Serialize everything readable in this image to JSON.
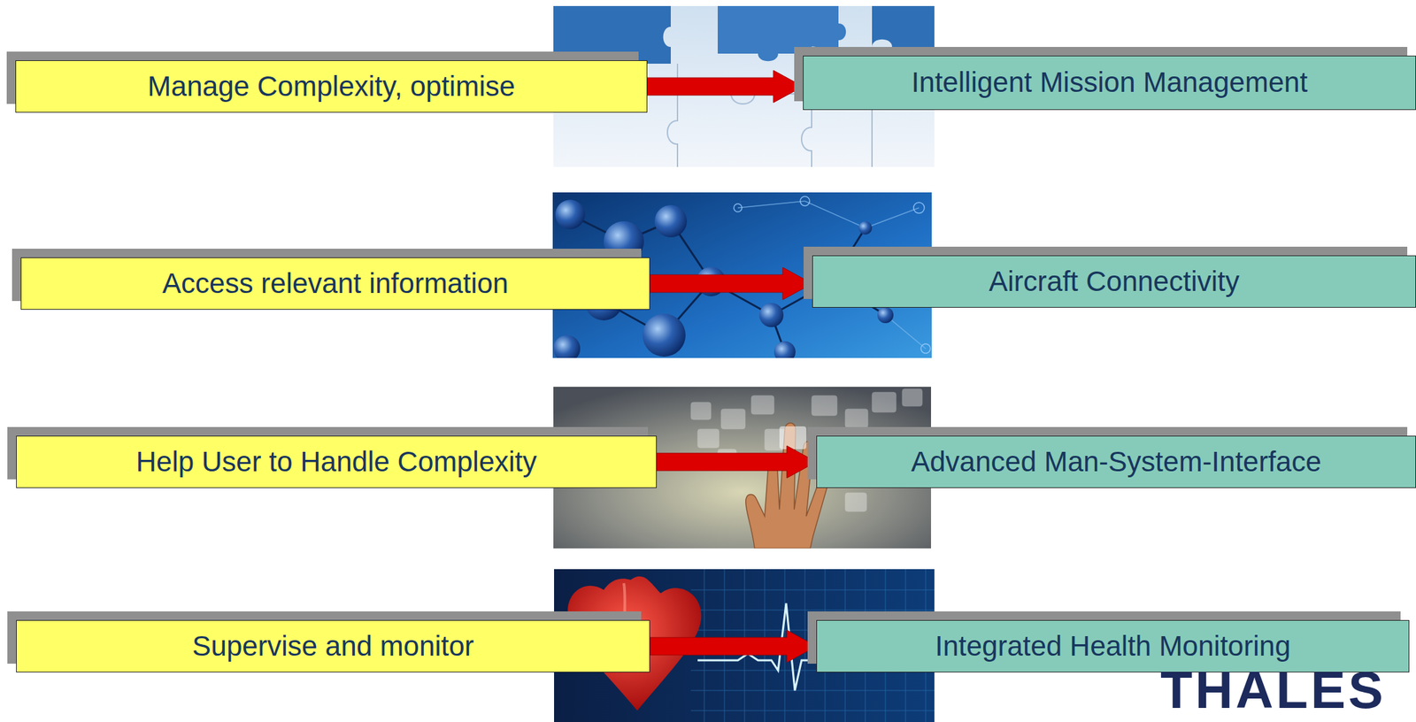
{
  "diagram": {
    "nodes": [
      {
        "text": [
          "Manage Complexity, optimise"
        ]
      },
      {
        "text": [
          "Intelligent Mission Management"
        ]
      },
      {
        "text": [
          "Access relevant information"
        ]
      },
      {
        "text": [
          "Aircraft Connectivity"
        ]
      },
      {
        "text": [
          "Help User to Handle Complexity"
        ]
      },
      {
        "text": [
          "Advanced Man-System-Interface"
        ]
      },
      {
        "text": [
          "Supervise and monitor"
        ]
      },
      {
        "text": [
          "Integrated Health Monitoring"
        ]
      }
    ],
    "edges": [
      {
        "from": 0,
        "to": 1,
        "arrow": "to"
      },
      {
        "from": 2,
        "to": 3,
        "arrow": "to"
      },
      {
        "from": 4,
        "to": 5,
        "arrow": "to"
      },
      {
        "from": 6,
        "to": 7,
        "arrow": "to"
      }
    ],
    "labels": [
      "THALES"
    ]
  }
}
